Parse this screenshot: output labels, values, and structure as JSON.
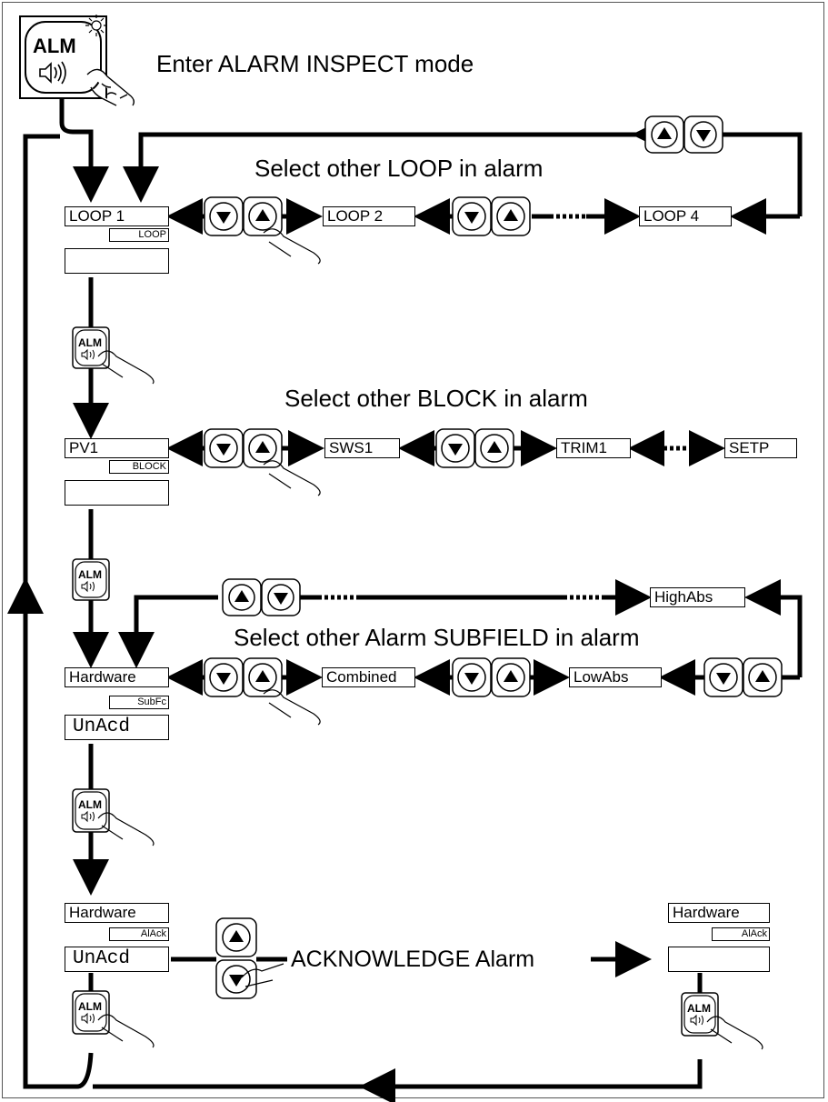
{
  "captions": {
    "enter_mode": "Enter ALARM INSPECT mode",
    "select_loop": "Select other LOOP in alarm",
    "select_block": "Select other BLOCK in alarm",
    "select_subfield": "Select other Alarm SUBFIELD in alarm",
    "acknowledge": "ACKNOWLEDGE Alarm"
  },
  "alm_key": {
    "label": "ALM"
  },
  "loop_row": {
    "displays": [
      "LOOP  1",
      "LOOP 2",
      "LOOP 4"
    ],
    "tag": "LOOP"
  },
  "block_row": {
    "displays": [
      "PV1",
      "SWS1",
      "TRIM1",
      "SETP"
    ],
    "tag": "BLOCK"
  },
  "subfield_row": {
    "displays": [
      "Hardware",
      "Combined",
      "LowAbs",
      "HighAbs"
    ],
    "tag": "SubFc",
    "status": "UnAcd"
  },
  "ack_row": {
    "left_display": "Hardware",
    "left_tag": "AlAck",
    "left_status": "UnAcd",
    "right_display": "Hardware",
    "right_tag": "AlAck",
    "right_status": ""
  },
  "colors": {
    "line": "#000000",
    "background": "#ffffff",
    "frame": "#555555"
  }
}
